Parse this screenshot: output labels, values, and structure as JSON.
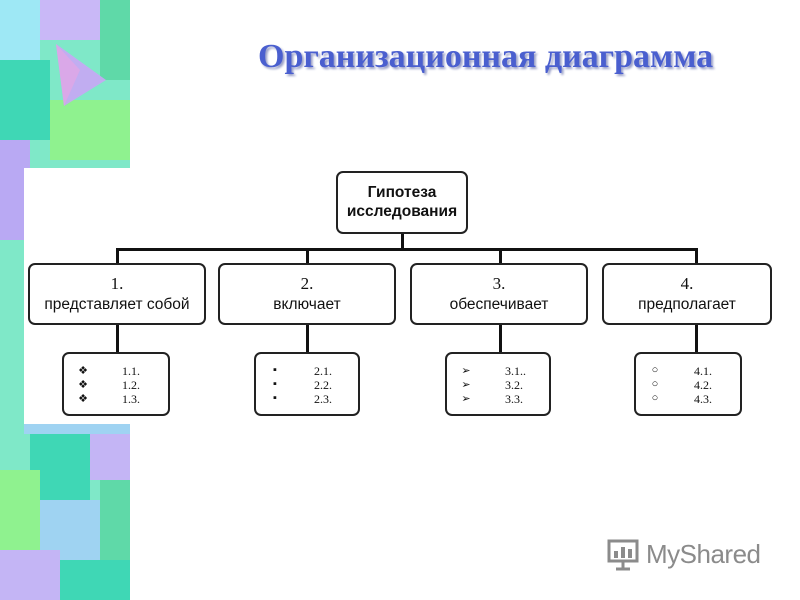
{
  "slide": {
    "title": "Организационная диаграмма",
    "logo_text": "MyShared"
  },
  "diagram": {
    "root": {
      "line1": "Гипотеза",
      "line2": "исследования"
    },
    "branches": [
      {
        "number": "1.",
        "text": "представляет собой",
        "marker": "❖",
        "items": [
          "1.1.",
          "1.2.",
          "1.3."
        ]
      },
      {
        "number": "2.",
        "text": "включает",
        "marker": "▪",
        "items": [
          "2.1.",
          "2.2.",
          "2.3."
        ]
      },
      {
        "number": "3.",
        "text": "обеспечивает",
        "marker": "➢",
        "items": [
          "3.1..",
          "3.2.",
          "3.3."
        ]
      },
      {
        "number": "4.",
        "text": "предполагает",
        "marker": "○",
        "items": [
          "4.1.",
          "4.2.",
          "4.3."
        ]
      }
    ]
  },
  "colors": {
    "title": "#4a5fcf",
    "strip_teal": "#3fd7b5",
    "strip_green": "#8ff28f",
    "strip_violet": "#c4b5f5",
    "strip_blue": "#9fd3f2"
  }
}
